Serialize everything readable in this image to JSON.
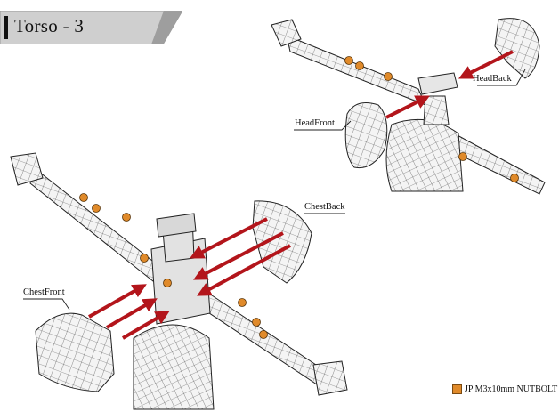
{
  "title": "Torso - 3",
  "labels": {
    "head_back": "HeadBack",
    "head_front": "HeadFront",
    "chest_back": "ChestBack",
    "chest_front": "ChestFront"
  },
  "legend": {
    "text": "JP M3x10mm NUTBOLT",
    "color": "#e08a2a"
  },
  "colors": {
    "arrow": "#b3151b",
    "mesh_stroke": "#2a2a2a",
    "mesh_fill": "#f2f2f2",
    "bolt": "#e08a2a",
    "banner": "#c8c8c8"
  }
}
